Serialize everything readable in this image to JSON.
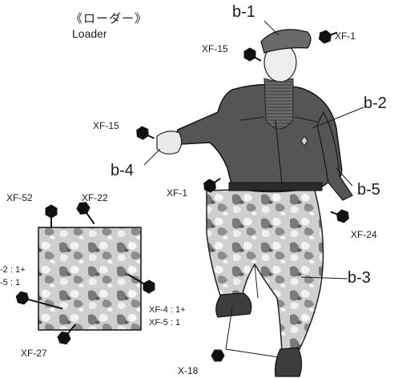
{
  "title": {
    "japanese": "《ローダー》",
    "english": "Loader"
  },
  "parts": {
    "b1": "b-1",
    "b2": "b-2",
    "b3": "b-3",
    "b4": "b-4",
    "b5": "b-5"
  },
  "colors": {
    "xf1_top": "XF-1",
    "xf15_cap": "XF-15",
    "xf15_hand": "XF-15",
    "xf1_belt": "XF-1",
    "xf24": "XF-24",
    "xf52": "XF-52",
    "xf22": "XF-22",
    "xf2_mix_line1": "-2 : 1+",
    "xf2_mix_line2": "-5 : 1",
    "xf4_mix_line1": "XF-4 : 1+",
    "xf4_mix_line2": "XF-5 : 1",
    "xf27": "XF-27",
    "x18": "X-18"
  },
  "icons": {
    "paint_marker": "paint-bottle-icon"
  }
}
